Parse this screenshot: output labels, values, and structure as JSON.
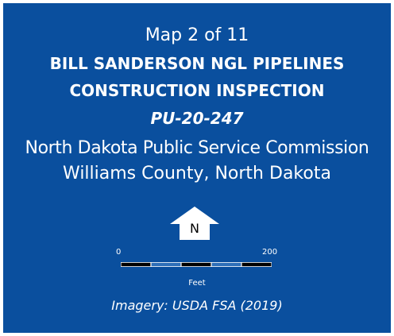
{
  "legend_box": {
    "map_number": "Map 2 of 11",
    "title_line1": "BILL SANDERSON NGL PIPELINES",
    "title_line2": "CONSTRUCTION INSPECTION",
    "case_id": "PU-20-247",
    "agency": "North Dakota Public Service Commission",
    "county": "Williams County, North Dakota",
    "imagery_credit": "Imagery: USDA FSA (2019)",
    "background_color": "#0A4F9E"
  },
  "north_arrow": {
    "label": "N",
    "icon": "north-arrow-icon"
  },
  "scale_bar": {
    "tick_start": "0",
    "tick_end": "200",
    "unit": "Feet",
    "segment_colors": [
      "#000000",
      "#2F6FB8",
      "#000000",
      "#2F6FB8",
      "#000000"
    ]
  }
}
